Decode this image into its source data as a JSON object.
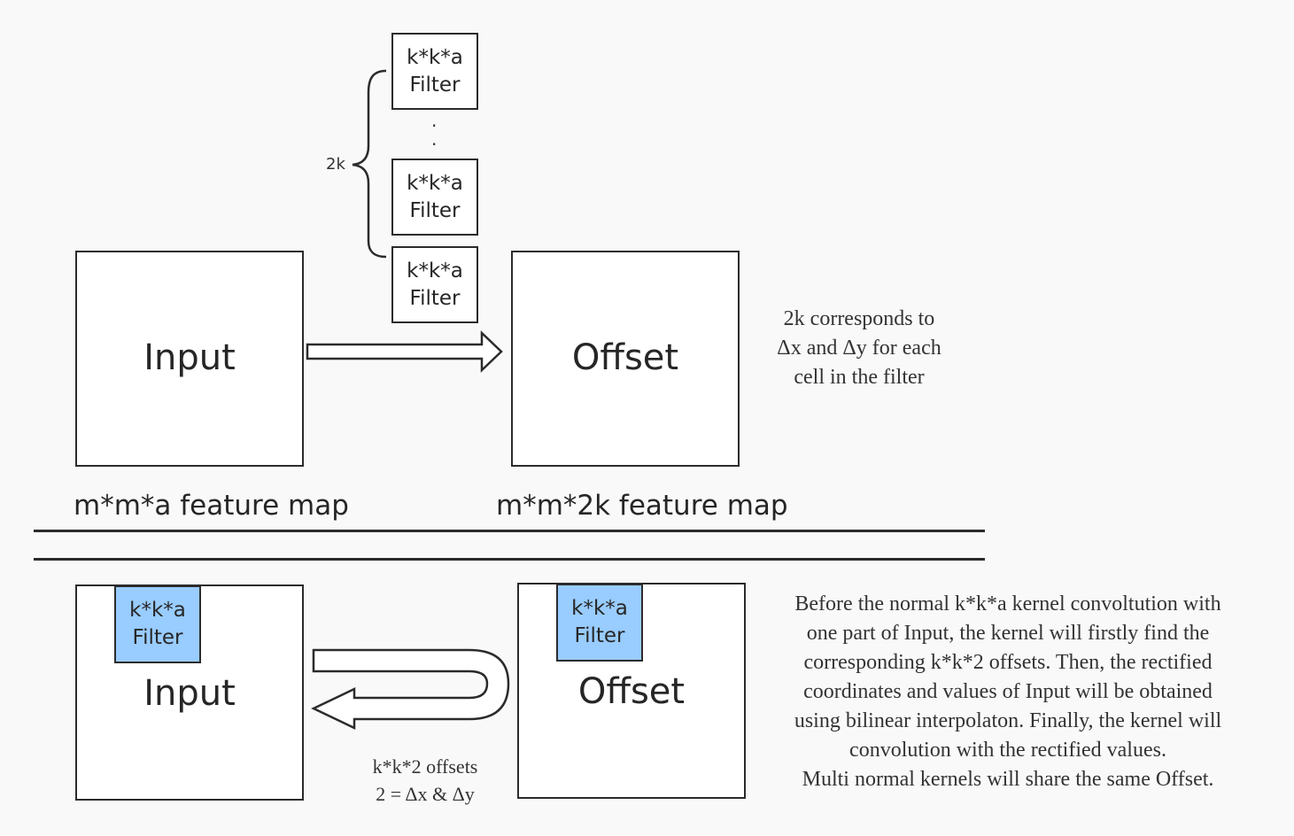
{
  "top": {
    "input_label": "Input",
    "offset_label": "Offset",
    "input_caption": "m*m*a feature map",
    "offset_caption": "m*m*2k feature map",
    "brace_label": "2k",
    "filters": [
      {
        "line1": "k*k*a",
        "line2": "Filter"
      },
      {
        "line1": "k*k*a",
        "line2": "Filter"
      },
      {
        "line1": "k*k*a",
        "line2": "Filter"
      }
    ],
    "dots": [
      ".",
      "."
    ],
    "note_lines": [
      "2k corresponds to",
      "Δx and Δy for each",
      "cell in the filter"
    ]
  },
  "bottom": {
    "input_label": "Input",
    "offset_label": "Offset",
    "input_filter": {
      "line1": "k*k*a",
      "line2": "Filter"
    },
    "offset_filter": {
      "line1": "k*k*a",
      "line2": "Filter"
    },
    "arrow_note_lines": [
      "k*k*2 offsets",
      "2 = Δx & Δy"
    ],
    "description_lines": [
      "Before the normal k*k*a kernel convoltution with",
      "one part of Input, the kernel will firstly find the",
      "corresponding k*k*2 offsets. Then, the rectified",
      "coordinates and values of Input will be obtained",
      "using bilinear interpolaton. Finally, the kernel will",
      "convolution with the rectified values.",
      "Multi normal kernels will share the same Offset."
    ]
  },
  "colors": {
    "filter_highlight": "#99ccff",
    "stroke": "#2b2b2b",
    "background": "#f9f9f9"
  }
}
